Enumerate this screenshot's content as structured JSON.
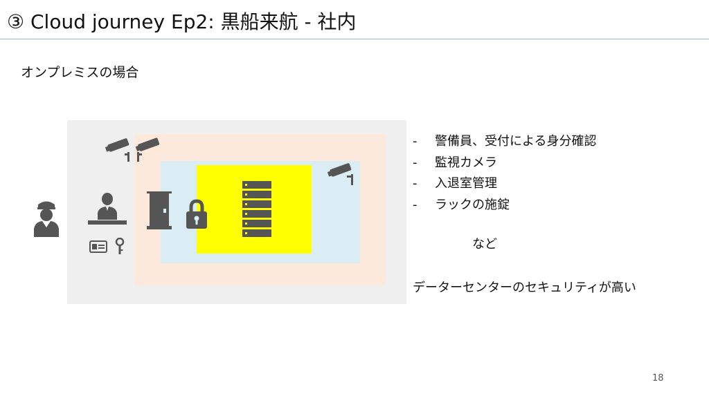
{
  "slide": {
    "title": "③ Cloud journey Ep2: 黒船来航 - 社内",
    "subtitle": "オンプレミスの場合",
    "bullet_marker": "-",
    "bullets": [
      "警備員、受付による身分確認",
      "監視カメラ",
      "入退室管理",
      "ラックの施錠"
    ],
    "etc": "など",
    "conclusion": "データーセンターのセキュリティが高い",
    "page_number": "18"
  },
  "diagram": {
    "zone_colors": {
      "outer": "#efefef",
      "perimeter": "#fde8dc",
      "room": "#daedf4",
      "rack_area": "#ffff00"
    },
    "icon_color": "#555555",
    "icons": [
      "security-guard-icon",
      "receptionist-icon",
      "id-card-icon",
      "key-icon",
      "surveillance-camera-icon",
      "door-icon",
      "padlock-icon",
      "server-rack-icon"
    ]
  }
}
